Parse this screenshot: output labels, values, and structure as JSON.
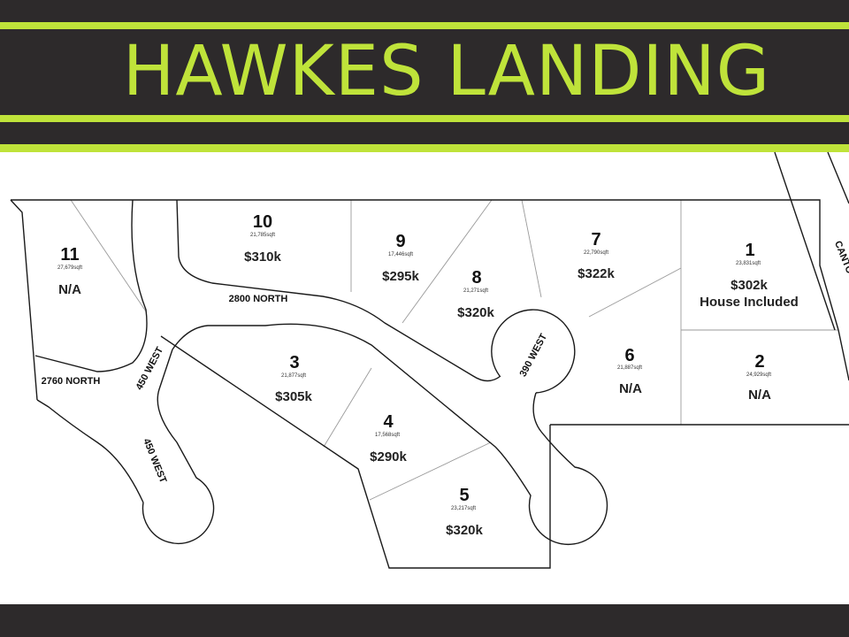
{
  "title": "HAWKES LANDING",
  "colors": {
    "header_bg": "#2d2a2b",
    "accent": "#bfe33a",
    "line": "#1a1a1a"
  },
  "streets": {
    "north_2800": "2800 NORTH",
    "north_2760": "2760 NORTH",
    "west_450_upper": "450 WEST",
    "west_450_lower": "450 WEST",
    "west_390": "390 WEST",
    "canton": "CANTO"
  },
  "lots": [
    {
      "number": "1",
      "size": "23,831sqft",
      "price": "$302k",
      "note": "House Included"
    },
    {
      "number": "2",
      "size": "24,929sqft",
      "price": "N/A"
    },
    {
      "number": "3",
      "size": "21,877sqft",
      "price": "$305k"
    },
    {
      "number": "4",
      "size": "17,568sqft",
      "price": "$290k"
    },
    {
      "number": "5",
      "size": "23,217sqft",
      "price": "$320k"
    },
    {
      "number": "6",
      "size": "21,887sqft",
      "price": "N/A"
    },
    {
      "number": "7",
      "size": "22,790sqft",
      "price": "$322k"
    },
    {
      "number": "8",
      "size": "21,271sqft",
      "price": "$320k"
    },
    {
      "number": "9",
      "size": "17,446sqft",
      "price": "$295k"
    },
    {
      "number": "10",
      "size": "21,785sqft",
      "price": "$310k"
    },
    {
      "number": "11",
      "size": "27,679sqft",
      "price": "N/A"
    }
  ]
}
